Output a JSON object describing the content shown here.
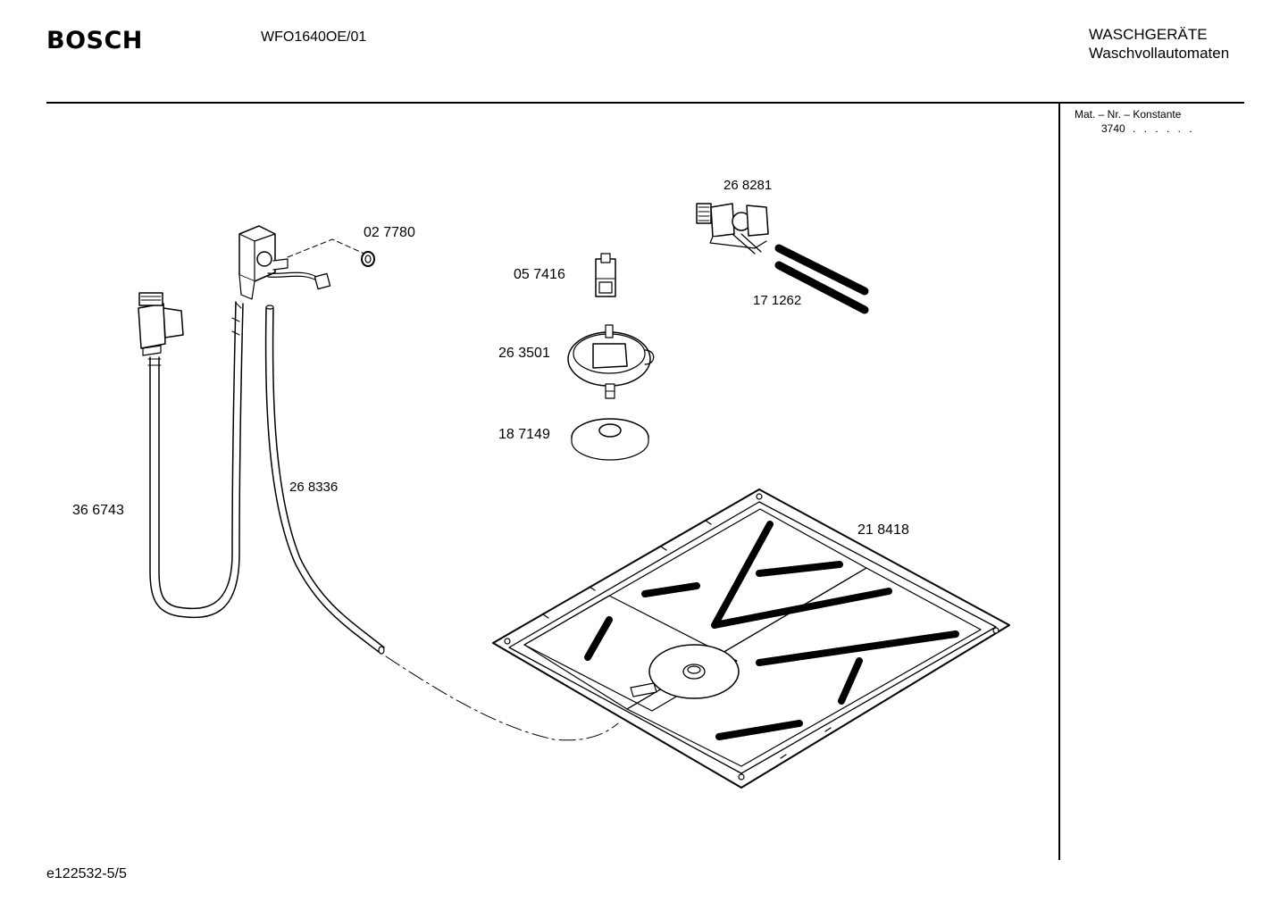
{
  "header": {
    "brand": "BOSCH",
    "model": "WFO1640OE/01",
    "category_line1": "WASCHGERÄTE",
    "category_line2": "Waschvollautomaten"
  },
  "sidebar": {
    "mat_label": "Mat. – Nr. – Konstante",
    "mat_value": "3740",
    "mat_dots": ". . . . . ."
  },
  "parts": {
    "p268281": "26 8281",
    "p027780": "02 7780",
    "p057416": "05 7416",
    "p171262": "17 1262",
    "p263501": "26 3501",
    "p187149": "18 7149",
    "p268336": "26 8336",
    "p366743": "36 6743",
    "p218418": "21 8418"
  },
  "footer": {
    "doc_id": "e122532-5/5"
  }
}
